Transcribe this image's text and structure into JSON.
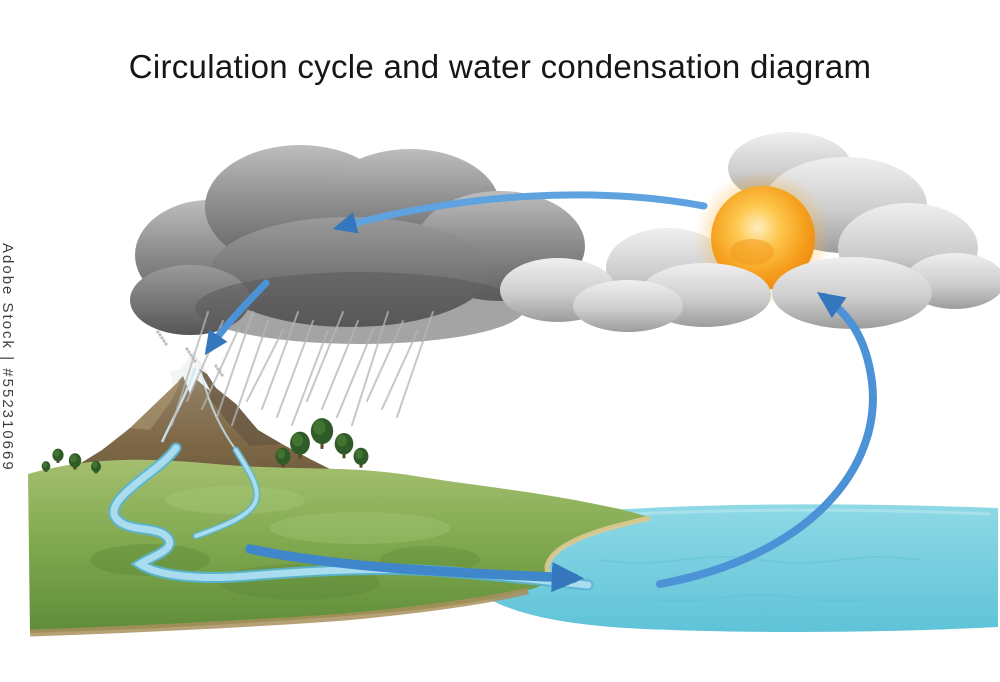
{
  "page": {
    "title": "Circulation cycle and water condensation diagram",
    "watermark": "Adobe Stock | #552310669"
  },
  "diagram": {
    "kind": "water-cycle-illustration",
    "elements": [
      "storm-cloud",
      "rain",
      "mountain",
      "snow-cap",
      "mountain-streams",
      "river",
      "grassland",
      "trees",
      "ocean",
      "sun",
      "sun-cloud",
      "condensation-arrow",
      "precipitation-arrow",
      "runoff-arrow",
      "evaporation-arrow"
    ],
    "colors": {
      "arrow_light": "#5ea3e0",
      "arrow_mid": "#4b92d6",
      "arrow_dark": "#3f86cb",
      "arrow_head": "#3577bd",
      "sun_core": "#f6a01e",
      "ocean": "#6ec9dd",
      "grass": "#7fa84e",
      "rain": "#b5b5b5",
      "storm_cloud": "#7a7a7a",
      "light_cloud": "#c7c7c7",
      "river": "#a8dcee",
      "soil": "#a98f5d"
    }
  }
}
